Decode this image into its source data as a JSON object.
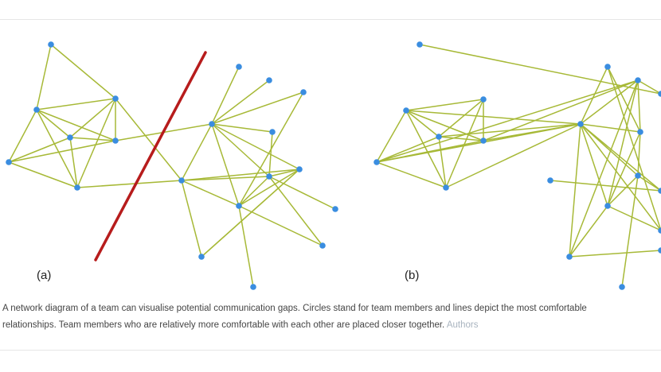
{
  "figure": {
    "panels": [
      {
        "id": "a",
        "label": "(a)"
      },
      {
        "id": "b",
        "label": "(b)"
      }
    ],
    "colors": {
      "edge": "#a7b937",
      "node": "#3a8de0",
      "divider": "#b71c1c"
    }
  },
  "caption": {
    "line1": "A network diagram of a team can visualise potential communication gaps. Circles stand for team members and lines depict the most comfortable",
    "line2": "relationships. Team members who are relatively more comfortable with each other are placed closer together.",
    "credit": "Authors"
  }
}
